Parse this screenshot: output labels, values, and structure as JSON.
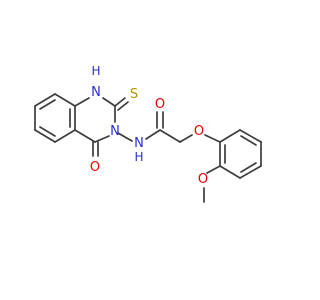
{
  "molecule": {
    "atoms": {
      "nh": "N",
      "h": "H",
      "s": "S",
      "n3": "N",
      "o4": "O",
      "amide_n": "N",
      "amide_h": "H",
      "amide_o": "O",
      "ether_o": "O",
      "methoxy_o": "O"
    }
  },
  "colors": {
    "bond": "#3c3c3c",
    "nitrogen": "#2d2dd6",
    "oxygen": "#e00000",
    "sulfur": "#b39200"
  }
}
